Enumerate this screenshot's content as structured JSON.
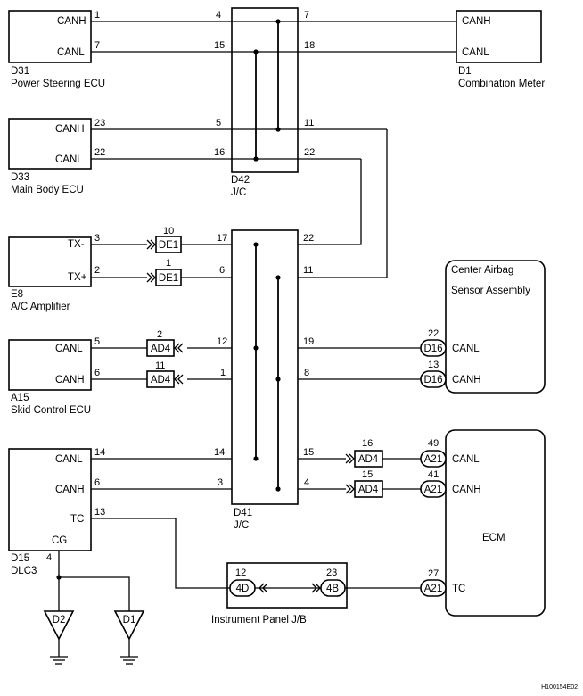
{
  "components": {
    "d31": {
      "code": "D31",
      "name": "Power Steering ECU",
      "canh": "CANH",
      "canl": "CANL",
      "pin_h": "1",
      "pin_l": "7"
    },
    "d33": {
      "code": "D33",
      "name": "Main Body ECU",
      "canh": "CANH",
      "canl": "CANL",
      "pin_h": "23",
      "pin_l": "22"
    },
    "e8": {
      "code": "E8",
      "name": "A/C Amplifier",
      "txm": "TX-",
      "txp": "TX+",
      "pin_m": "3",
      "pin_p": "2"
    },
    "a15": {
      "code": "A15",
      "name": "Skid Control ECU",
      "canl": "CANL",
      "canh": "CANH",
      "pin_l": "5",
      "pin_h": "6"
    },
    "d15": {
      "code": "D15",
      "name": "DLC3",
      "canl": "CANL",
      "canh": "CANH",
      "tc": "TC",
      "cg": "CG",
      "pin_l": "14",
      "pin_h": "6",
      "pin_tc": "13",
      "pin_cg": "4"
    },
    "d1": {
      "code": "D1",
      "name": "Combination Meter",
      "canh": "CANH",
      "canl": "CANL",
      "pin_h": "7",
      "pin_l": "18"
    },
    "airbag": {
      "name1": "Center Airbag",
      "name2": "Sensor Assembly",
      "canl": "CANL",
      "canh": "CANH",
      "conn": "D16",
      "pin_l": "22",
      "pin_h": "13"
    },
    "ecm": {
      "name": "ECM",
      "canl": "CANL",
      "canh": "CANH",
      "tc": "TC",
      "conn": "A21",
      "pin_l": "49",
      "pin_h": "41",
      "pin_tc": "27"
    },
    "ground_d2": {
      "code": "D2"
    },
    "ground_d1": {
      "code": "D1"
    }
  },
  "jc_d42": {
    "code": "D42",
    "name": "J/C",
    "pins_left": [
      "4",
      "15",
      "5",
      "16"
    ],
    "pins_right": [
      "7",
      "18",
      "11",
      "22"
    ]
  },
  "jc_d41": {
    "code": "D41",
    "name": "J/C",
    "pins_left": [
      "17",
      "6",
      "12",
      "1",
      "14",
      "3"
    ],
    "pins_right": [
      "22",
      "11",
      "19",
      "8",
      "15",
      "4"
    ]
  },
  "connectors": {
    "de1": {
      "label": "DE1",
      "pin_top": "10",
      "pin_bot": "1"
    },
    "ad4_left": {
      "label": "AD4",
      "pin_top": "2",
      "pin_bot": "11"
    },
    "ad4_right": {
      "label": "AD4",
      "pin_top": "16",
      "pin_bot": "15"
    }
  },
  "ip_jb": {
    "name": "Instrument Panel J/B",
    "conn_left": "4D",
    "conn_right": "4B",
    "pin_left": "12",
    "pin_right": "23"
  },
  "diagram_id": "H100154E02"
}
